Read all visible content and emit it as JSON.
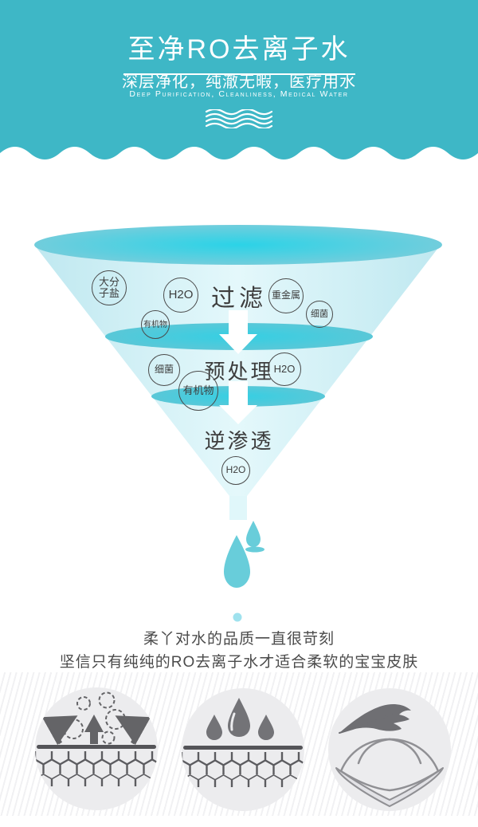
{
  "header": {
    "title": "至净RO去离子水",
    "subtitle": "深层净化，纯澈无暇，医疗用水",
    "tagline_en": "Deep Purification, Cleanliness, Medical Water",
    "wave_icon": "water-waves-icon"
  },
  "funnel": {
    "stages": [
      {
        "label": "过滤"
      },
      {
        "label": "预处理"
      },
      {
        "label": "逆渗透"
      }
    ],
    "bubbles": [
      {
        "label": "大分子盐"
      },
      {
        "label": "H2O"
      },
      {
        "label": "重金属"
      },
      {
        "label": "细菌"
      },
      {
        "label": "有机物"
      },
      {
        "label": "细菌"
      },
      {
        "label": "H2O"
      },
      {
        "label": "有机物"
      },
      {
        "label": "H2O"
      }
    ]
  },
  "tagline": {
    "line1": "柔丫对水的品质一直很苛刻",
    "line2": "坚信只有纯纯的RO去离子水才适合柔软的宝宝皮肤"
  },
  "features": {
    "items": [
      {
        "icon": "breathable-mesh-icon"
      },
      {
        "icon": "waterproof-drops-icon"
      },
      {
        "icon": "soft-feather-icon"
      }
    ]
  },
  "colors": {
    "header_bg": "#3eb7c6",
    "funnel_cone": "#d8f3f9",
    "ellipse_center": "#2bd3e7",
    "ellipse_edge": "#7fccda",
    "water_drop": "#68cdda",
    "text_dark": "#3d3d3d",
    "icon_gray": "#646467",
    "feature_circle_bg": "#ececee"
  }
}
